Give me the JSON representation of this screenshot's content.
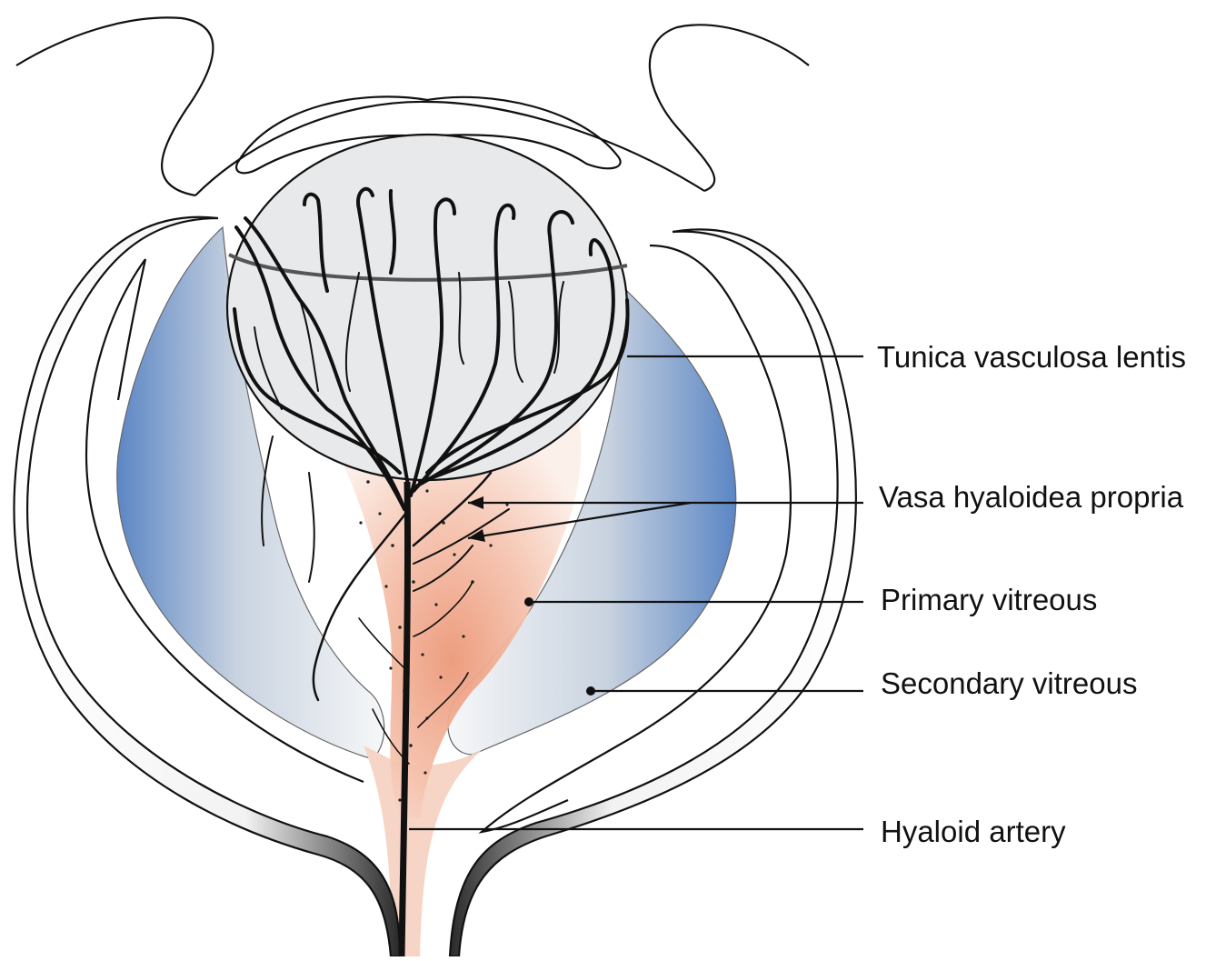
{
  "labels": {
    "tunica_vasculosa_lentis": "Tunica vasculosa lentis",
    "vasa_hyaloidea_propria": "Vasa hyaloidea propria",
    "primary_vitreous": "Primary vitreous",
    "secondary_vitreous": "Secondary vitreous",
    "hyaloid_artery": "Hyaloid artery"
  },
  "colors": {
    "outline": "#111111",
    "lens_fill": "#e8e9ea",
    "secondary_vitreous_blue": "#5b86c4",
    "primary_vitreous_salmon": "#f0a487",
    "hyaloid_stalk": "#f6d4c6",
    "vessel": "#111111"
  }
}
